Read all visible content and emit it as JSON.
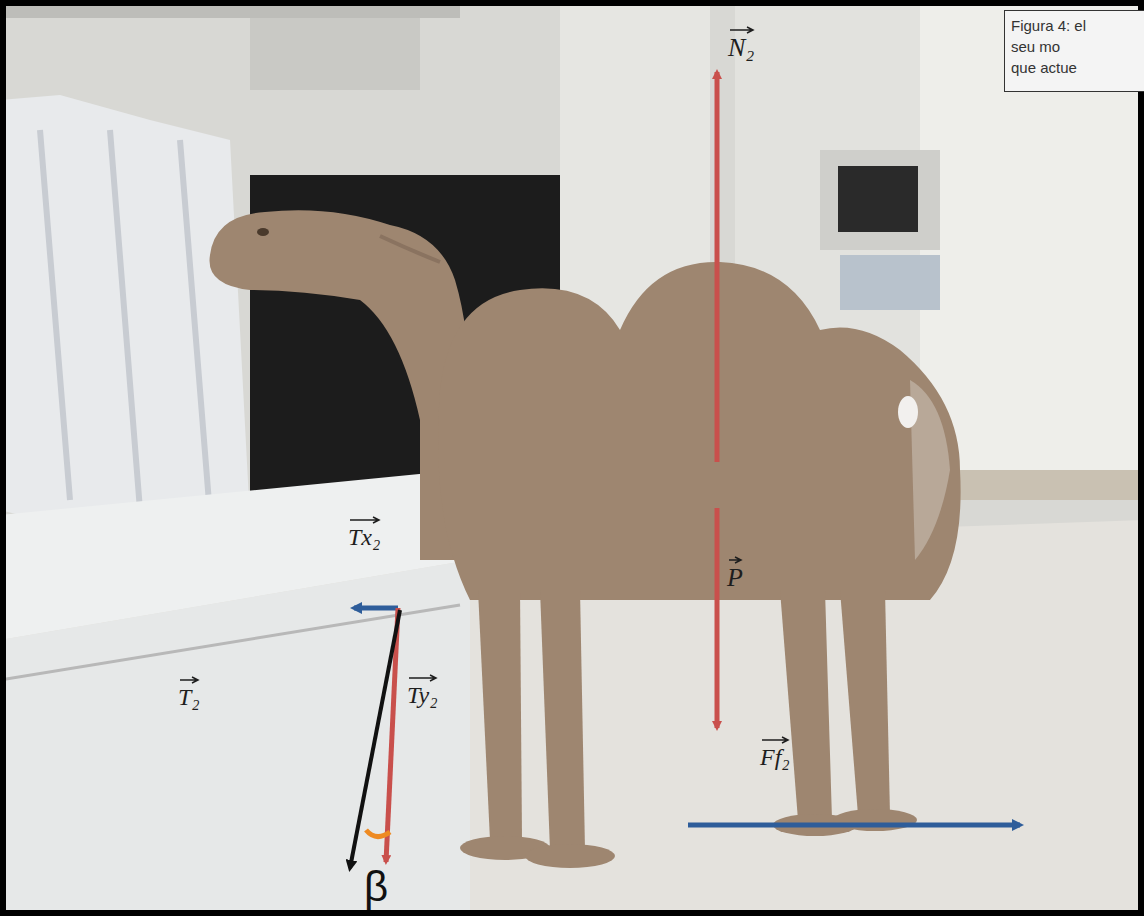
{
  "diagram": {
    "caption": "Figura 4: el seu mo que actue",
    "labels": [
      "N₂",
      "P",
      "Tx₂",
      "Ty₂",
      "T₂",
      "Ff₂",
      "β"
    ]
  }
}
